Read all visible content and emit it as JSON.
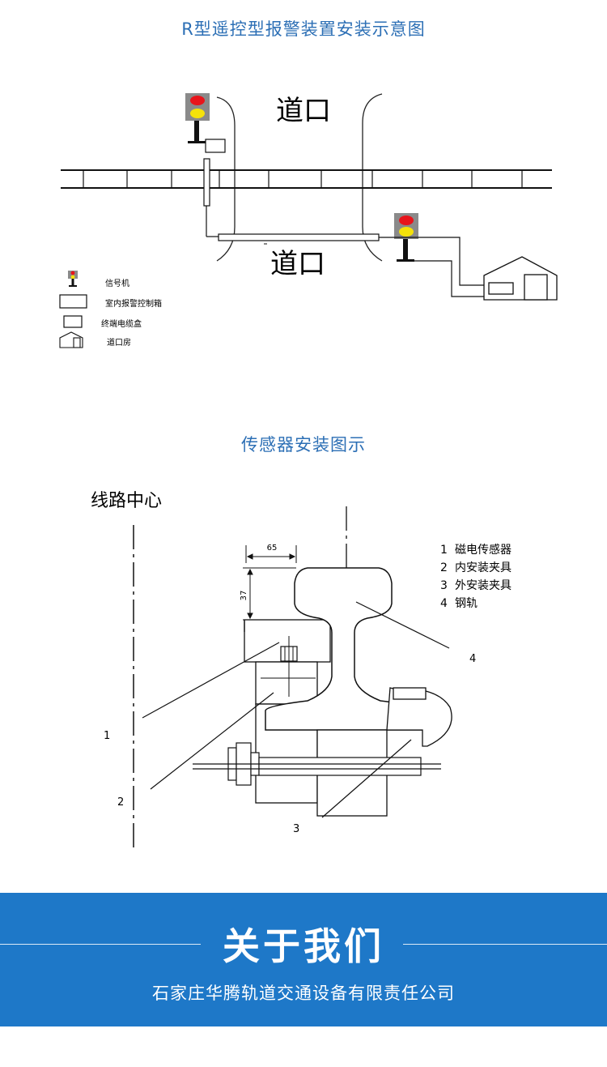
{
  "diagram1": {
    "title": "R型遥控型报警装置安装示意图",
    "crossing_label_top": "道口",
    "crossing_label_bottom": "道口",
    "legend": [
      {
        "icon": "signal-icon",
        "label": "信号机"
      },
      {
        "icon": "control-box-icon",
        "label": "室内报警控制箱"
      },
      {
        "icon": "terminal-box-icon",
        "label": "终端电缆盒"
      },
      {
        "icon": "crossing-house-icon",
        "label": "道口房"
      }
    ],
    "colors": {
      "signal_red": "#e8141b",
      "signal_yellow": "#f5e20a",
      "signal_head": "#8a8a8a"
    }
  },
  "diagram2": {
    "title": "传感器安装图示",
    "line_center_label": "线路中心",
    "dimension_width": "65",
    "dimension_height": "37",
    "parts": [
      {
        "num": "1",
        "name": "磁电传感器"
      },
      {
        "num": "2",
        "name": "内安装夹具"
      },
      {
        "num": "3",
        "name": "外安装夹具"
      },
      {
        "num": "4",
        "name": "钢轨"
      }
    ],
    "callouts": [
      "1",
      "2",
      "3",
      "4"
    ]
  },
  "about": {
    "title": "关于我们",
    "company": "石家庄华腾轨道交通设备有限责任公司",
    "color": "#1e78c8"
  }
}
